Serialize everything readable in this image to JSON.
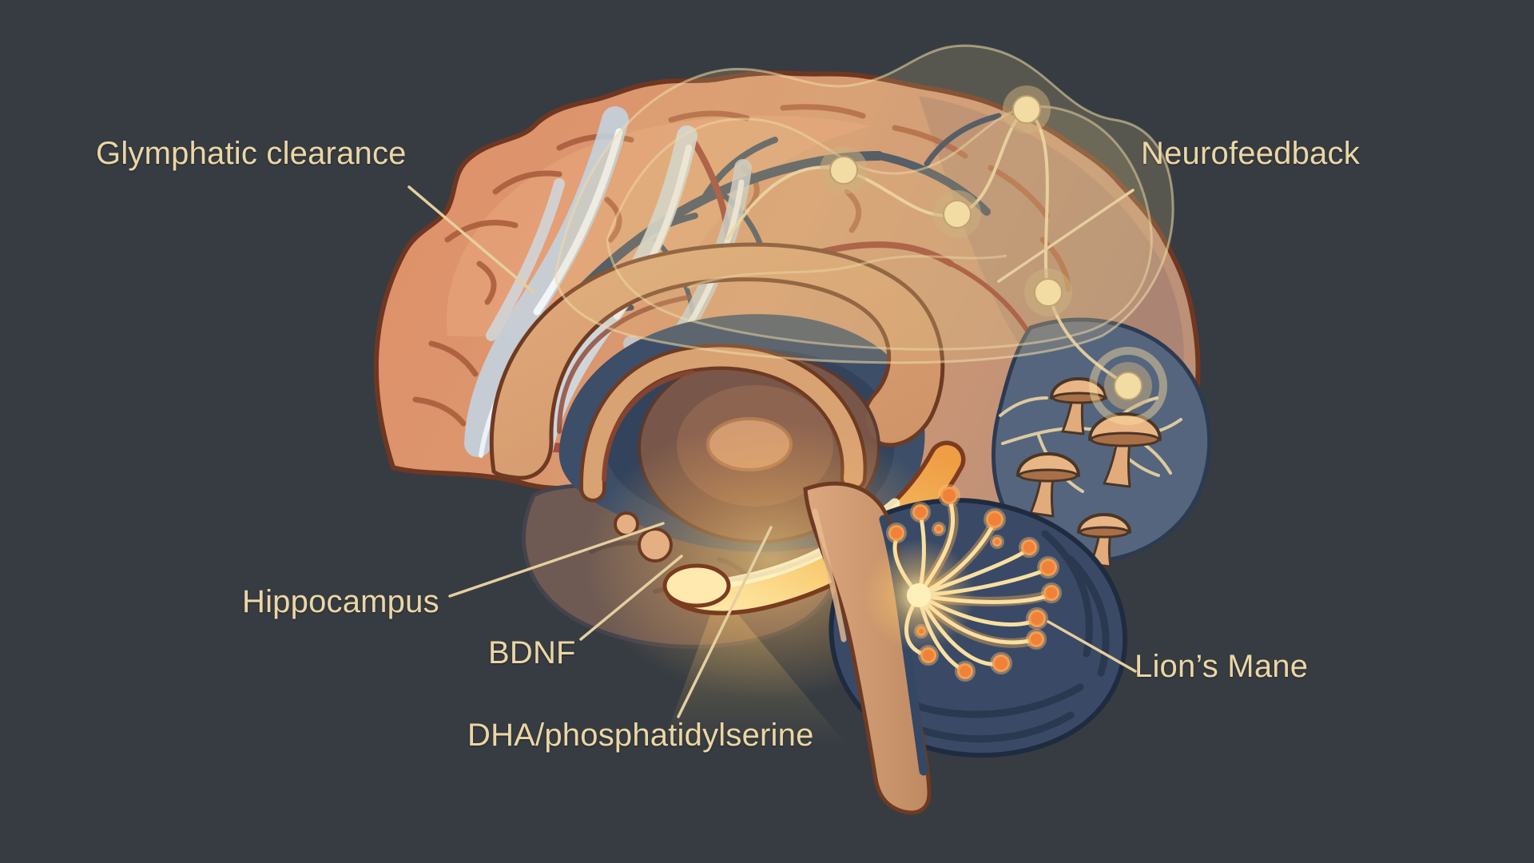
{
  "scene": {
    "description": "Sagittal human brain illustration annotated with six cognitive-health elements",
    "background_color": "#363c42"
  },
  "labels": {
    "glymphatic": "Glymphatic clearance",
    "neurofeedback": "Neurofeedback",
    "hippocampus": "Hippocampus",
    "bdnf": "BDNF",
    "dha": "DHA/phosphatidylserine",
    "lions_mane": "Lion’s Mane"
  },
  "colors": {
    "background": "#363c42",
    "label_text": "#ecd6a4",
    "leader_line": "#e5cf9f",
    "cortex_salmon": "#dd8c66",
    "cortex_outline": "#6f3722",
    "glymphatic_stream": "#d7e2ea",
    "vein_navy": "#34455e",
    "artery_red": "#a03b2c",
    "corpus_callosum": "#d79c6f",
    "ventricle_slate": "#3d4e68",
    "temporal_lobe": "#6e5a53",
    "brainstem_tan": "#d8a178",
    "hippocampus_glow": "#ffd98a",
    "cerebellum_navy": "#3a4a66",
    "growth_node_orange": "#ef8138",
    "occipital_slate": "#55657e",
    "mushroom_tan": "#e9b585",
    "eeg_overlay_cream": "#ecd5a2"
  }
}
